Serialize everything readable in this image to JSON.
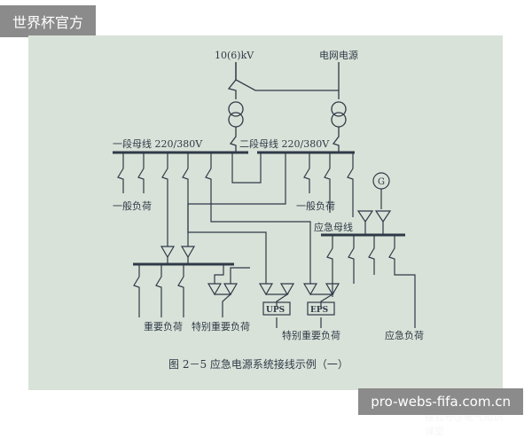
{
  "badges": {
    "top_left": "世界杯官方",
    "bottom_right": "pro-webs-fifa.com.cn"
  },
  "watermark": "搜狐号@电气知识课堂",
  "diagram": {
    "source_top_left": "10(6)kV",
    "source_top_right": "电网电源",
    "bus_1": "一段母线  220/380V",
    "bus_2": "二段母线  220/380V",
    "general_load_left": "一般负荷",
    "general_load_right": "一般负荷",
    "emergency_bus": "应急母线",
    "generator_symbol": "G",
    "ups_box": "UPS",
    "eps_box": "EPS",
    "important_load": "重要负荷",
    "special_important_load_left": "特别重要负荷",
    "special_important_load_right": "特别重要负荷",
    "emergency_load": "应急负荷",
    "caption": "图 2－5    应急电源系统接线示例（一）"
  },
  "colors": {
    "paper": "#d9e2d8",
    "ink": "#2f3a48",
    "badge": "#8b8b8b"
  }
}
